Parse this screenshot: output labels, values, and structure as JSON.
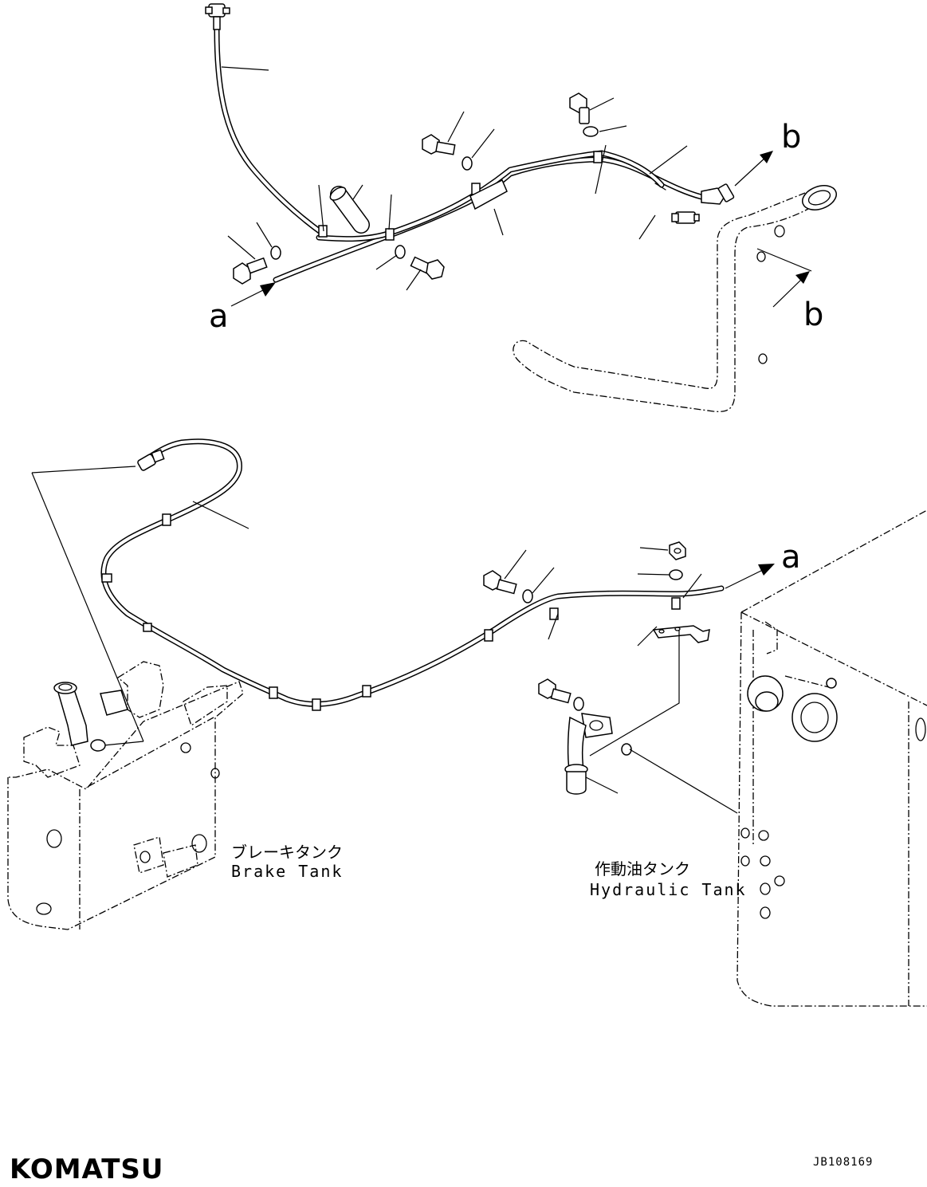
{
  "references": {
    "a": "a",
    "b": "b"
  },
  "tanks": {
    "brake": {
      "label_jp": "ブレーキタンク",
      "label_en": "Brake Tank"
    },
    "hydraulic": {
      "label_jp": "作動油タンク",
      "label_en": "Hydraulic Tank"
    }
  },
  "footer": {
    "brand": "KOMATSU",
    "drawing_code": "JB108169"
  }
}
